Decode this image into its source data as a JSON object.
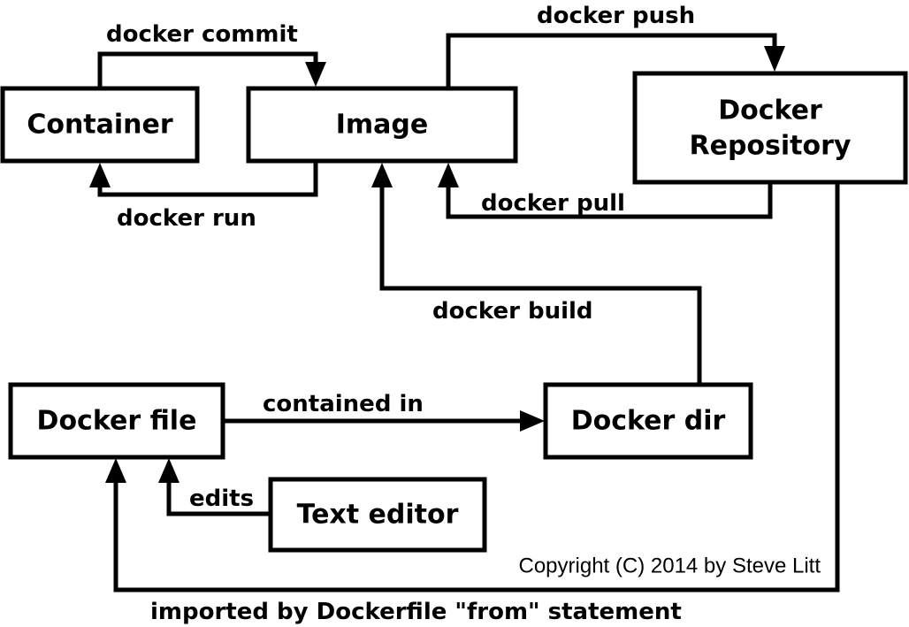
{
  "nodes": {
    "container": "Container",
    "image": "Image",
    "repository_line1": "Docker",
    "repository_line2": "Repository",
    "dockerfile": "Docker file",
    "dockerdir": "Docker dir",
    "texteditor": "Text editor"
  },
  "edges": {
    "commit": "docker commit",
    "run": "docker run",
    "push": "docker push",
    "pull": "docker pull",
    "build": "docker build",
    "contained_in": "contained in",
    "edits": "edits",
    "imported": "imported by Dockerfile \"from\" statement"
  },
  "copyright": "Copyright (C) 2014 by Steve Litt",
  "colors": {
    "stroke": "#000000",
    "background": "#ffffff"
  }
}
